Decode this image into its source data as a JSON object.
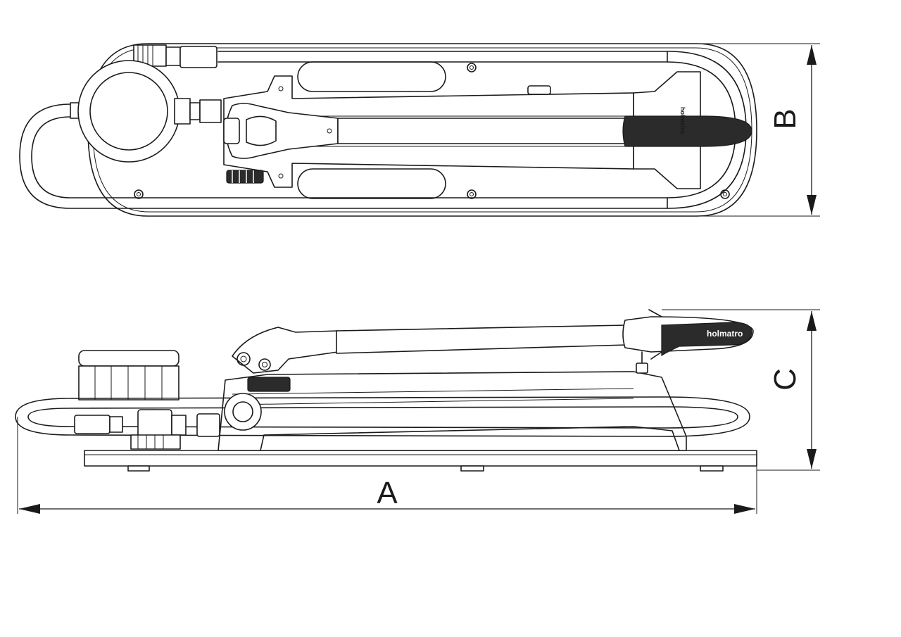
{
  "dimensions": {
    "length_label": "A",
    "width_label": "B",
    "height_label": "C"
  },
  "branding": {
    "logo_text": "holmatro"
  },
  "colors": {
    "line": "#1a1a1a",
    "background": "#ffffff"
  }
}
